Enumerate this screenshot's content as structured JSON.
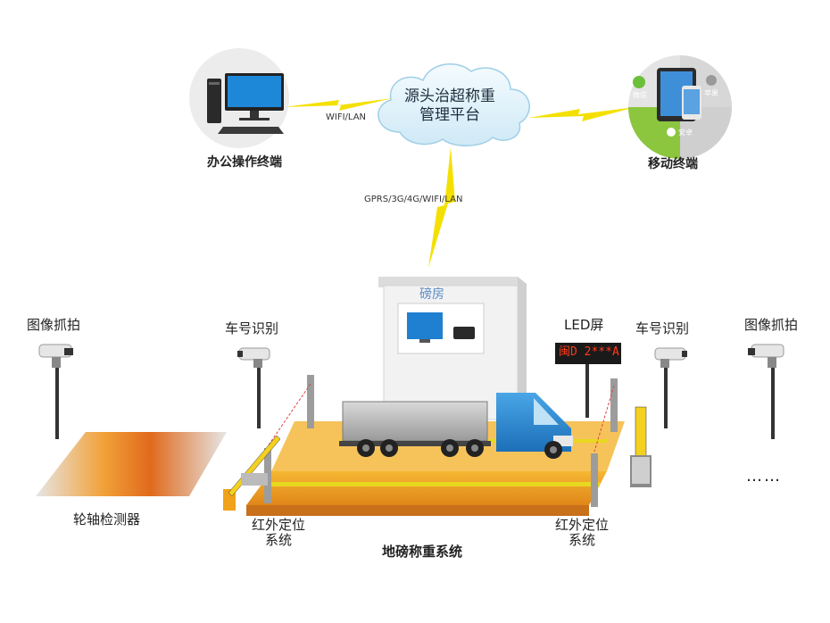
{
  "cloud": {
    "line1": "源头治超称重",
    "line2": "管理平台"
  },
  "links": {
    "office": "WIFI/LAN",
    "down": "GPRS/3G/4G/WIFI/LAN"
  },
  "office_terminal": {
    "label": "办公操作终端"
  },
  "mobile_terminal": {
    "label": "移动终端",
    "apps": {
      "wechat": "微信",
      "apple": "苹果",
      "android": "安卓"
    }
  },
  "booth": {
    "label": "磅房"
  },
  "led": {
    "label": "LED屏",
    "display_text": "闽D 2***A"
  },
  "cameras": {
    "left_capture": "图像抓拍",
    "left_plate": "车号识别",
    "right_plate": "车号识别",
    "right_capture": "图像抓拍"
  },
  "axle_detector": {
    "label": "轮轴检测器"
  },
  "infrared_left": {
    "line1": "红外定位",
    "line2": "系统"
  },
  "infrared_right": {
    "line1": "红外定位",
    "line2": "系统"
  },
  "scale_system": {
    "label": "地磅称重系统"
  },
  "ellipsis": "……",
  "colors": {
    "platform": "#f0a21a",
    "stripe": "#e8d820",
    "lightning": "#f4e000",
    "cloud": "#e6f4fb",
    "led_text": "#ff3a1a"
  }
}
